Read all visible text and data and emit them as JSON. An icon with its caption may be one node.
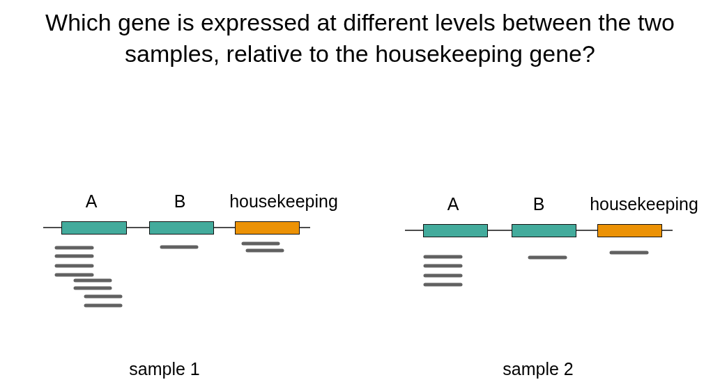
{
  "diagram": {
    "title": "Which gene is expressed at different levels between the two samples, relative to the housekeeping gene?",
    "nodes": [
      {
        "text": [
          "A"
        ]
      },
      {
        "text": [
          "B"
        ]
      },
      {
        "text": [
          "housekeeping"
        ]
      },
      {
        "text": [
          "A"
        ]
      },
      {
        "text": [
          "B"
        ]
      },
      {
        "text": [
          "housekeeping"
        ]
      }
    ],
    "labels": [
      "sample 1",
      "sample 2"
    ]
  }
}
